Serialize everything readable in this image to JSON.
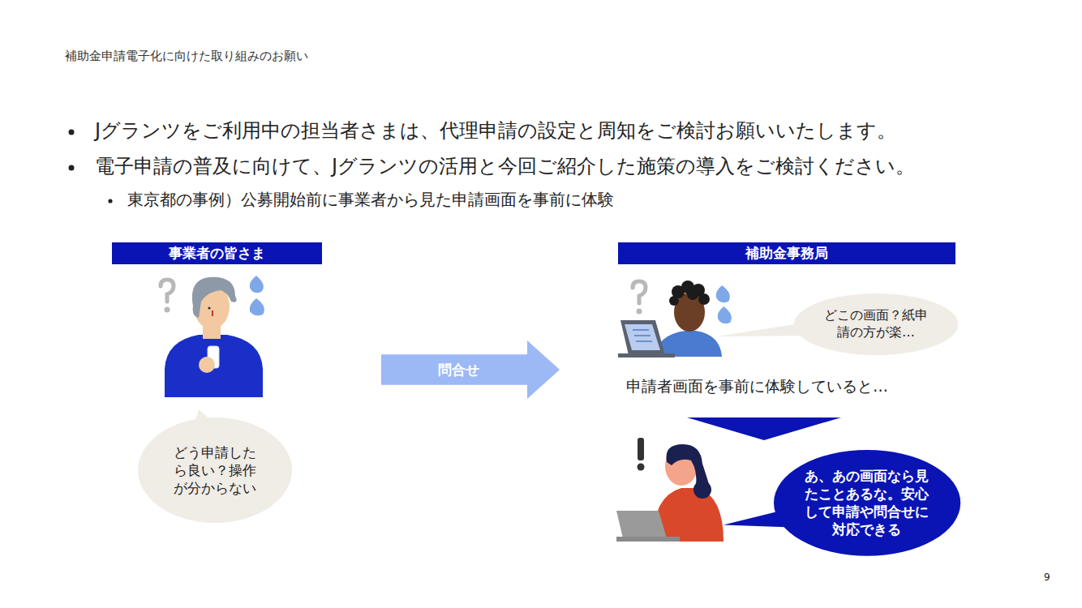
{
  "diagram": {
    "title": "補助金申請電子化に向けた取り組みのお願い",
    "nodes": [
      {
        "text": [
          "事業者の皆さま"
        ]
      },
      {
        "text": [
          "補助金事務局"
        ]
      },
      {
        "text": [
          "どう申請したら良い？操作が分からない"
        ]
      },
      {
        "text": [
          "問合せ"
        ]
      },
      {
        "text": [
          "どこの画面？紙申請の方が楽…"
        ]
      },
      {
        "text": [
          "あ、あの画面なら見たことあるな。安心して申請や問合せに対応できる"
        ]
      }
    ],
    "labels": [
      "Jグランツをご利用中の担当者さまは、代理申請の設定と周知をご検討お願いいたします。",
      "電子申請の普及に向けて、Jグランツの活用と今回ご紹介した施策の導入をご検討ください。",
      "東京都の事例）公募開始前に事業者から見た申請画面を事前に体験",
      "申請者画面を事前に体験していると…",
      "9"
    ]
  }
}
